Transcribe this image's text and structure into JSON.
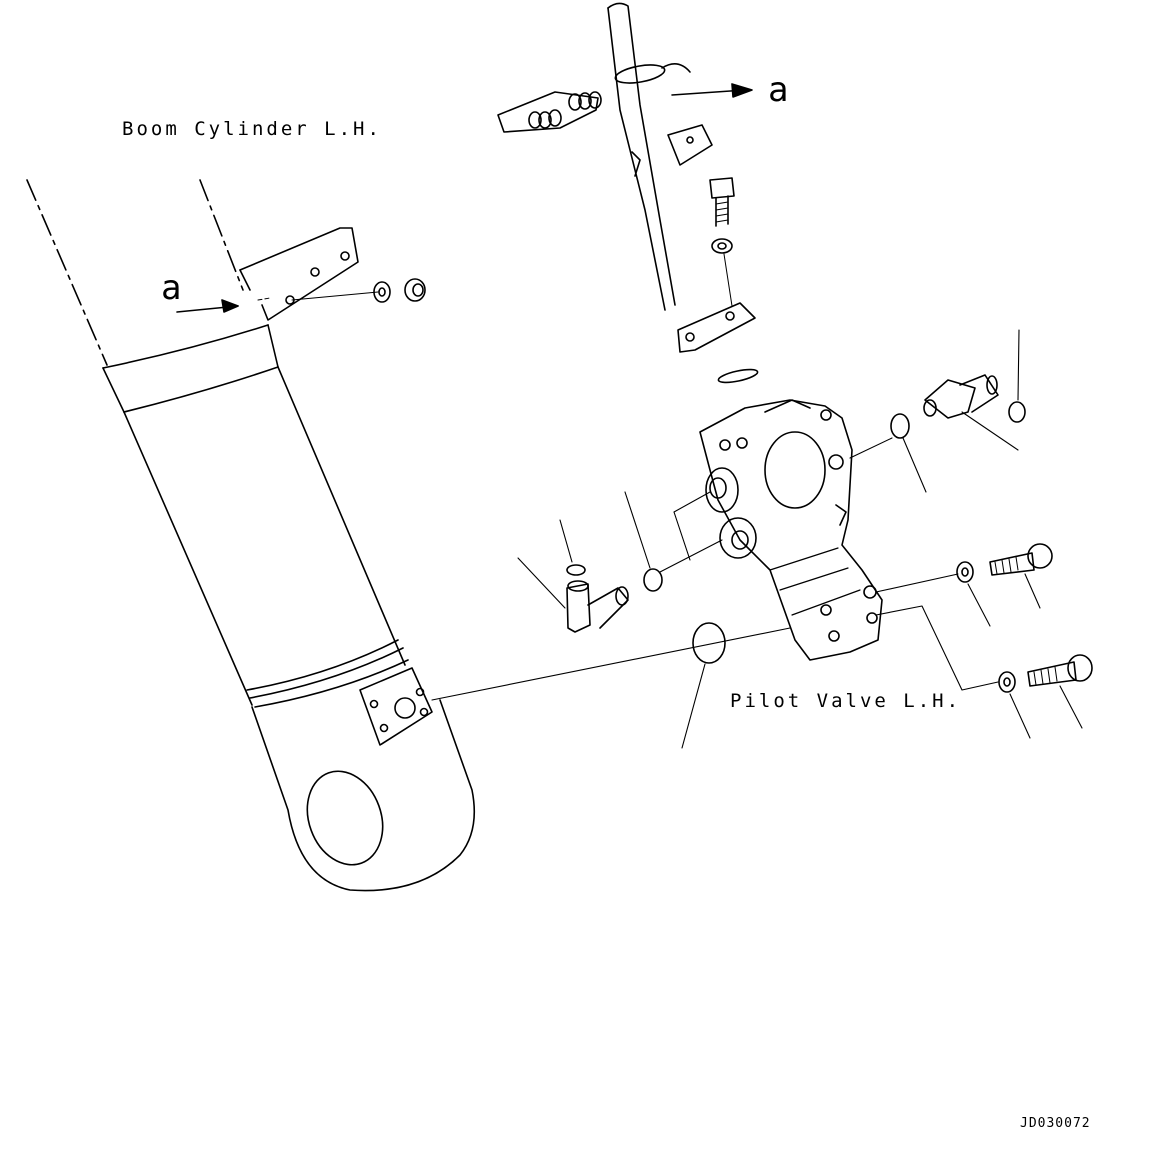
{
  "diagram": {
    "labels": {
      "boom_cylinder": "Boom Cylinder L.H.",
      "pilot_valve": "Pilot Valve L.H.",
      "ref_a_top": "a",
      "ref_a_left": "a",
      "drawing_code": "JD030072"
    },
    "colors": {
      "line": "#000000",
      "background": "#ffffff"
    }
  }
}
